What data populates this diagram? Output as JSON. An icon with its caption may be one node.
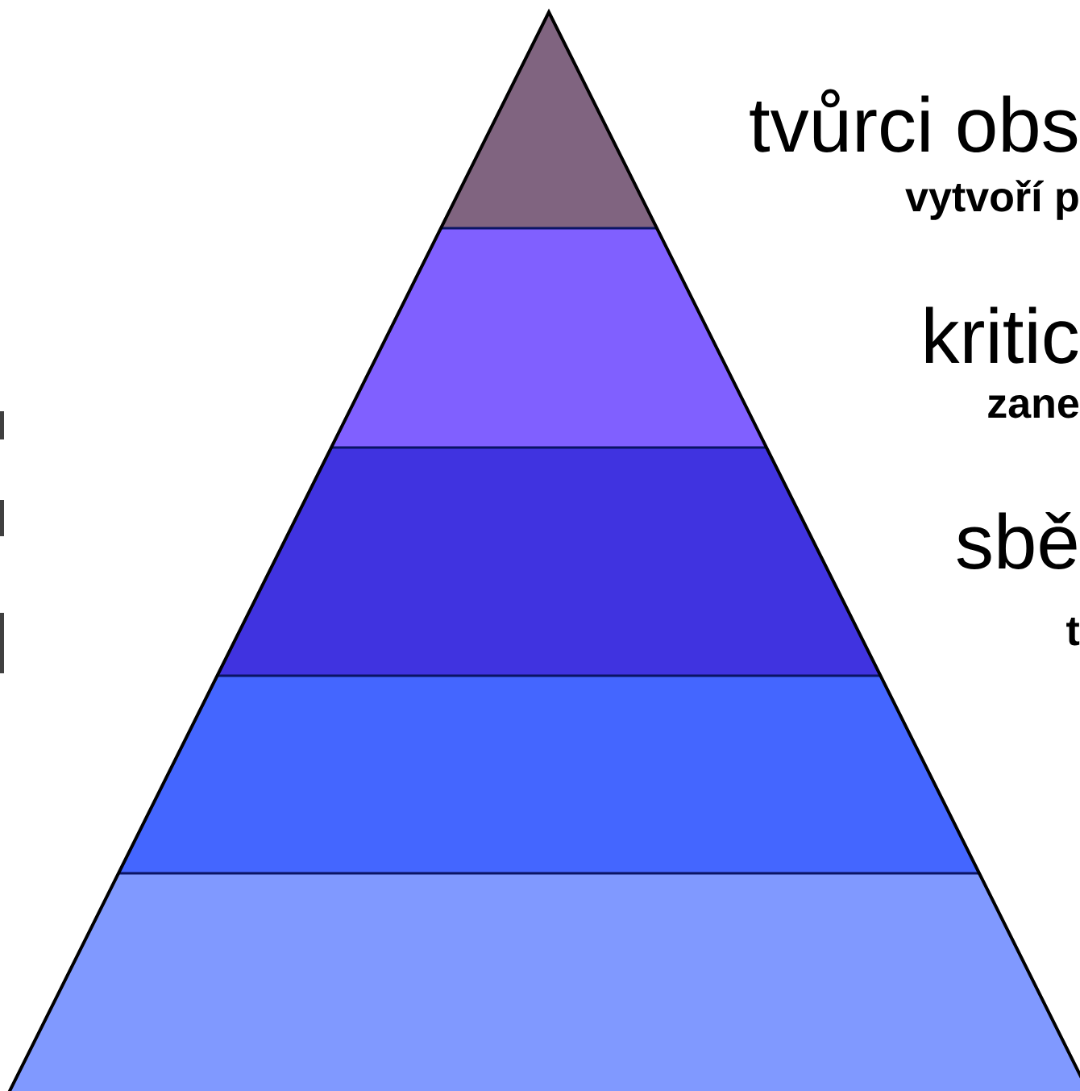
{
  "diagram": {
    "labels": [
      "tvůrci obs",
      "vytvoří p",
      "kritic",
      "zane",
      "sbě",
      "t"
    ]
  }
}
